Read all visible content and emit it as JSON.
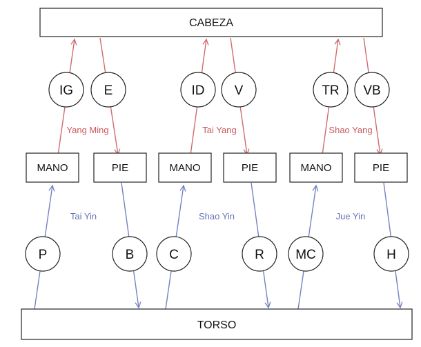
{
  "colors": {
    "yang": "#d06b6d",
    "yin": "#7482c4",
    "yang_text": "#c9585a",
    "yin_text": "#6572b9",
    "stroke": "#222222"
  },
  "top_box": {
    "label": "CABEZA"
  },
  "bottom_box": {
    "label": "TORSO"
  },
  "mid_boxes": [
    {
      "label": "MANO"
    },
    {
      "label": "PIE"
    },
    {
      "label": "MANO"
    },
    {
      "label": "PIE"
    },
    {
      "label": "MANO"
    },
    {
      "label": "PIE"
    }
  ],
  "yang_nodes": [
    {
      "label": "IG"
    },
    {
      "label": "E"
    },
    {
      "label": "ID"
    },
    {
      "label": "V"
    },
    {
      "label": "TR"
    },
    {
      "label": "VB"
    }
  ],
  "yin_nodes": [
    {
      "label": "P"
    },
    {
      "label": "B"
    },
    {
      "label": "C"
    },
    {
      "label": "R"
    },
    {
      "label": "MC"
    },
    {
      "label": "H"
    }
  ],
  "yang_pairs": [
    {
      "label": "Yang Ming"
    },
    {
      "label": "Tai Yang"
    },
    {
      "label": "Shao Yang"
    }
  ],
  "yin_pairs": [
    {
      "label": "Tai Yin"
    },
    {
      "label": "Shao Yin"
    },
    {
      "label": "Jue Yin"
    }
  ]
}
